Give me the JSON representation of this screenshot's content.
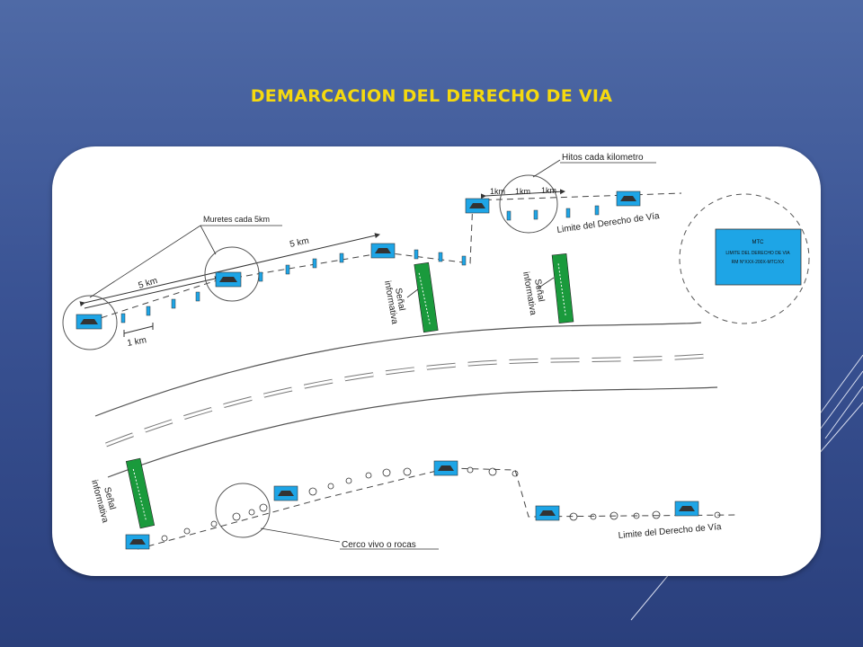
{
  "slide": {
    "title": "DEMARCACION DEL DERECHO DE VIA"
  },
  "diagram": {
    "labels": {
      "hitos": "Hitos cada kilometro",
      "muretes": "Muretes cada 5km",
      "cinco_km_upper": "5 km",
      "cinco_km_lower": "5 km",
      "un_km": "1 km",
      "km_a": "1km",
      "km_b": "1km",
      "km_c": "1km",
      "limite_upper": "Limite del Derecho de Vía",
      "limite_lower": "Limite del Derecho de Vía",
      "senal_1_line1": "Señal",
      "senal_1_line2": "informativa",
      "senal_2_line1": "Señal",
      "senal_2_line2": "informativa",
      "senal_3_line1": "Señal",
      "senal_3_line2": "informativa",
      "cerco": "Cerco vivo o rocas"
    },
    "marker_sign": {
      "line1": "MTC",
      "line2": "LIMITE DEL DERECHO DE VIA",
      "line3": "RM N°XXX-200X-MTC/XX"
    },
    "colors": {
      "title": "#f5d90f",
      "marker": "#1ea5e6",
      "sign": "#1a9a3c",
      "line": "#333333"
    }
  }
}
